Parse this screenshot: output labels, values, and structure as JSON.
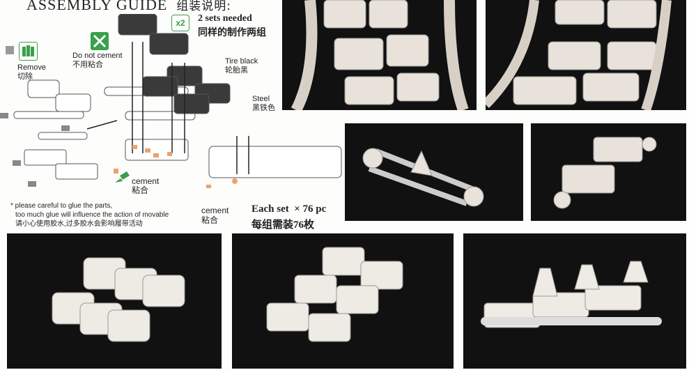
{
  "header": {
    "title": "ASSEMBLY GUIDE",
    "title_cn": "组装说明:"
  },
  "sets": {
    "badge": "x2",
    "en": "2 sets needed",
    "cn": "同样的制作两组"
  },
  "labels": {
    "remove_en": "Remove",
    "remove_cn": "切除",
    "no_cement_en": "Do not cement",
    "no_cement_cn": "不用粘合",
    "tire_en": "Tire black",
    "tire_cn": "轮胎黑",
    "steel_en": "Steel",
    "steel_cn": "黑铁色",
    "cement1_en": "cement",
    "cement1_cn": "粘合",
    "cement2_en": "cement",
    "cement2_cn": "粘合"
  },
  "note": {
    "line1": "* please careful to glue the parts,",
    "line2": "too much glue will influence the action of movable",
    "line3": "请小心使用胶水,过多胶水会影响履带活动"
  },
  "count": {
    "en": "Each set  × 76 pc",
    "cn": "每组需装76枚"
  },
  "colors": {
    "green": "#3aa04a",
    "cement": "#f0a070",
    "tire": "#3a3a3a",
    "photo_bg": "#121212",
    "part": "#e8e2da"
  }
}
